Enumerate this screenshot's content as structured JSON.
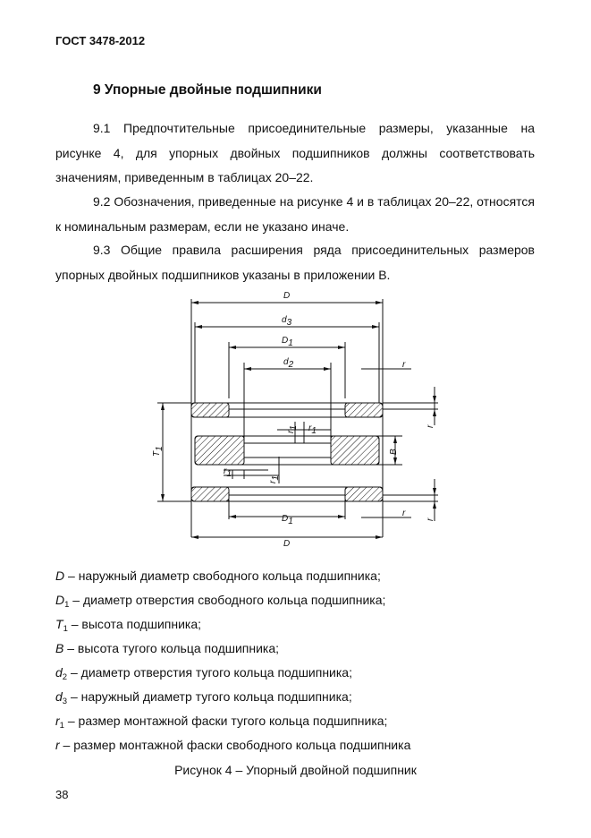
{
  "header": "ГОСТ 3478-2012",
  "section_title": "9 Упорные двойные подшипники",
  "paragraphs": [
    "9.1 Предпочтительные присоединительные размеры, указанные на рисунке 4, для упорных двойных подшипников должны соответствовать значениям, приведенным в таблицах 20–22.",
    "9.2 Обозначения, приведенные на рисунке 4 и в таблицах 20–22, относятся к номинальным размерам, если не указано иначе.",
    "9.3 Общие правила расширения ряда присоединительных размеров упорных двойных подшипников указаны в приложении В."
  ],
  "figure_labels": {
    "D": "D",
    "d": "d",
    "r": "r",
    "T": "T",
    "B": "B",
    "sub_1": "1",
    "sub_2": "2",
    "sub_3": "3"
  },
  "legend": [
    {
      "sym": "D",
      "sub": "",
      "text": " – наружный диаметр свободного кольца подшипника;"
    },
    {
      "sym": "D",
      "sub": "1",
      "text": " – диаметр отверстия свободного кольца подшипника;"
    },
    {
      "sym": "T",
      "sub": "1",
      "text": " – высота подшипника;"
    },
    {
      "sym": "B",
      "sub": "",
      "text": " – высота тугого кольца подшипника;"
    },
    {
      "sym": "d",
      "sub": "2",
      "text": " – диаметр отверстия тугого кольца подшипника;"
    },
    {
      "sym": "d",
      "sub": "3",
      "text": " – наружный диаметр тугого кольца подшипника;"
    },
    {
      "sym": "r",
      "sub": "1",
      "text": " – размер монтажной фаски тугого кольца подшипника;"
    },
    {
      "sym": "r",
      "sub": "",
      "text": " – размер монтажной фаски свободного кольца подшипника"
    }
  ],
  "caption": "Рисунок 4 – Упорный двойной подшипник",
  "page_number": "38"
}
